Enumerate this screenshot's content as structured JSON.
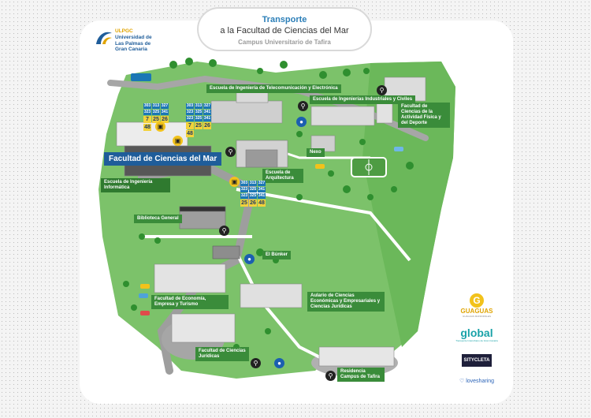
{
  "header": {
    "line1": "Transporte",
    "line2": "a la Facultad de Ciencias del Mar",
    "line3": "Campus Universitario de Tafira"
  },
  "logo": {
    "acronym": "ULPGC",
    "name_line1": "Universidad de",
    "name_line2": "Las Palmas de",
    "name_line3": "Gran Canaria"
  },
  "buildings": {
    "teleco": "Escuela de Ingeniería de Telecomunicación y Electrónica",
    "industriales": "Escuela de Ingenierías Industriales y Civiles",
    "deporte": "Facultad de Ciencias de la Actividad Física y del Deporte",
    "ciencias_mar": "Facultad de Ciencias del Mar",
    "informatica": "Escuela de Ingeniería Informática",
    "arquitectura": "Escuela de Arquitectura",
    "nexo": "Nexo",
    "biblioteca": "Biblioteca General",
    "bunker": "El Búnker",
    "aulario": "Aulario de Ciencias Económicas y Empresariales y Ciencias Jurídicas",
    "economia": "Facultad de Economía, Empresa y Turismo",
    "juridicas": "Facultad de Ciencias Jurídicas",
    "residencia": "Residencia Campus de Tafira"
  },
  "bus_stops": {
    "stop_a": {
      "small": [
        "303",
        "313",
        "327",
        "323",
        "325",
        "341"
      ],
      "big": [
        "7",
        "25",
        "26",
        "48"
      ]
    },
    "stop_b": {
      "small": [
        "303",
        "313",
        "327",
        "323",
        "325",
        "341",
        "323",
        "325",
        "341"
      ],
      "big": [
        "7",
        "25",
        "26",
        "48"
      ]
    },
    "stop_c": {
      "small": [
        "303",
        "313",
        "327",
        "323",
        "325",
        "341",
        "323",
        "325",
        "341"
      ],
      "big": [
        "25",
        "26",
        "48"
      ]
    }
  },
  "sponsors": {
    "guaguas": "GUAGUAS",
    "guaguas_tag": "GUAGUAS MUNICIPALES",
    "global": "global",
    "global_tag": "Transporte Interurbano de Gran Canaria",
    "sitycleta": "SITYCLETA",
    "lovesharing": "lovesharing"
  },
  "colors": {
    "grass": "#7cc26a",
    "grass_dark": "#5aa24a",
    "road": "#a6a6a6",
    "path": "#ffffff",
    "label_green": "#3a8c3a",
    "label_blue": "#1f5d9a",
    "bus_blue": "#1b77b5",
    "bus_yellow": "#f3d23a"
  }
}
